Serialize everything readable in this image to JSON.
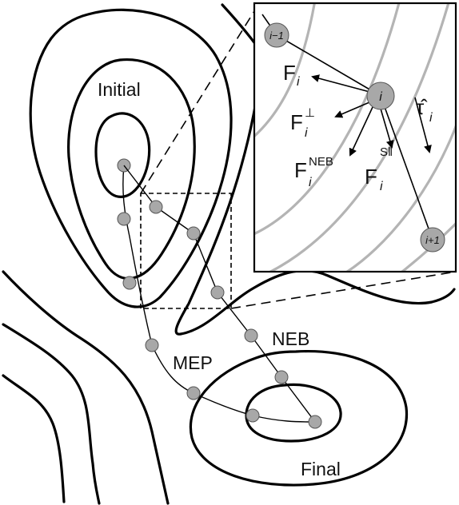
{
  "labels": {
    "initial": "Initial",
    "final": "Final",
    "mep": "MEP",
    "neb": "NEB"
  },
  "inset": {
    "node_prev": "i−1",
    "node_cur": "i",
    "node_next": "i+1",
    "f_total": "F",
    "f_total_sub": "i",
    "f_perp": "F",
    "f_perp_sup": "⊥",
    "f_perp_sub": "i",
    "f_neb": "F",
    "f_neb_sup": "NEB",
    "f_neb_sub": "i",
    "f_spring": "F",
    "f_spring_sup": "S‖",
    "f_spring_sub": "i",
    "tangent": "τ̂",
    "tangent_sub": "i"
  },
  "colors": {
    "bead_fill": "#a8a8a8",
    "inset_contour": "#b4b4b4",
    "line": "#000000"
  }
}
